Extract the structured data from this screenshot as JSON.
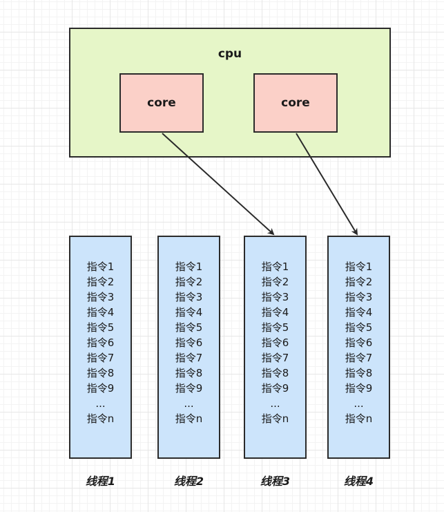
{
  "cpu": {
    "label": "cpu"
  },
  "cores": [
    {
      "label": "core"
    },
    {
      "label": "core"
    }
  ],
  "threads": [
    {
      "label": "线程1",
      "instructions": [
        "指令1",
        "指令2",
        "指令3",
        "指令4",
        "指令5",
        "指令6",
        "指令7",
        "指令8",
        "指令9",
        "...",
        "指令n"
      ]
    },
    {
      "label": "线程2",
      "instructions": [
        "指令1",
        "指令2",
        "指令3",
        "指令4",
        "指令5",
        "指令6",
        "指令7",
        "指令8",
        "指令9",
        "...",
        "指令n"
      ]
    },
    {
      "label": "线程3",
      "instructions": [
        "指令1",
        "指令2",
        "指令3",
        "指令4",
        "指令5",
        "指令6",
        "指令7",
        "指令8",
        "指令9",
        "...",
        "指令n"
      ]
    },
    {
      "label": "线程4",
      "instructions": [
        "指令1",
        "指令2",
        "指令3",
        "指令4",
        "指令5",
        "指令6",
        "指令7",
        "指令8",
        "指令9",
        "...",
        "指令n"
      ]
    }
  ],
  "connections": [
    {
      "from": "core 1",
      "to": "线程3"
    },
    {
      "from": "core 2",
      "to": "线程4"
    }
  ],
  "colors": {
    "cpu_fill": "#e6f6c8",
    "core_fill": "#fbd0c8",
    "thread_fill": "#cce4fb",
    "stroke": "#2a2a2a"
  }
}
